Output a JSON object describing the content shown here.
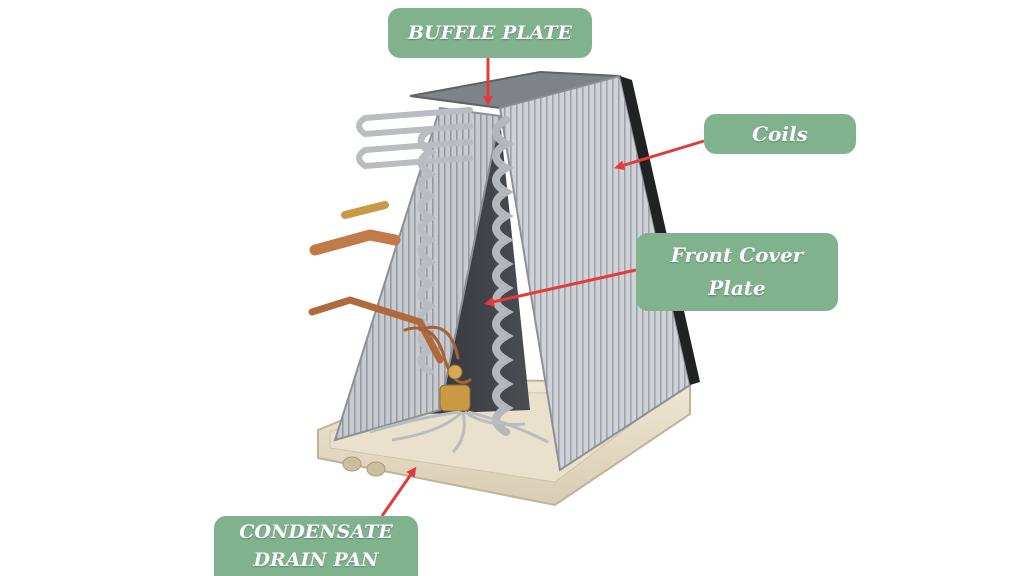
{
  "colors": {
    "label_background": "#7fb28d",
    "arrow": "#e23b3b",
    "fin_silver": "#c9ccd0",
    "tube_silver": "#b3b6ba",
    "panel_dark": "#35373a",
    "drain_pan_beige": "#e6dcc5",
    "copper": "#c27a48",
    "brass": "#c99a45"
  },
  "labels": {
    "buffle_plate": "BUFFLE PLATE",
    "coils": "Coils",
    "front_cover_plate": {
      "line1": "Front Cover",
      "line2": "Plate"
    },
    "condensate_drain_pan": {
      "line1": "CONDENSATE",
      "line2": "DRAIN PAN"
    }
  },
  "icons": {
    "component": "evaporator-coil-image",
    "pointer": "arrow"
  }
}
